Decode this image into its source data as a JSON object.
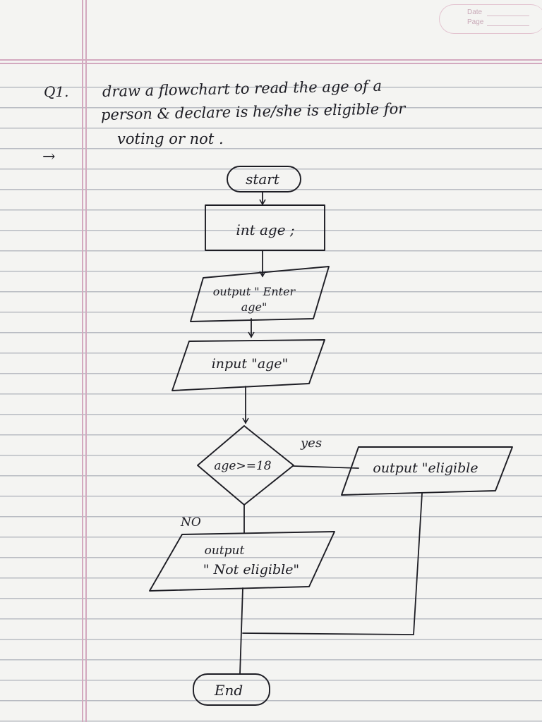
{
  "notebook": {
    "date_label": "Date",
    "page_label": "Page"
  },
  "question": {
    "number": "Q1.",
    "line1": "draw a flowchart to read the age of a",
    "line2": "person & declare is he/she is eligible for",
    "line3": "voting or not .",
    "answer_arrow": "→"
  },
  "flowchart": {
    "start": "start",
    "declare": "int age ;",
    "prompt_line1": "output \" Enter",
    "prompt_line2": "age\"",
    "input": "input \"age\"",
    "decision": "age>=18",
    "yes_label": "yes",
    "no_label": "NO",
    "eligible": "output \"eligible",
    "not_eligible_line1": "output",
    "not_eligible_line2": "\" Not eligible\"",
    "end": "End"
  },
  "colors": {
    "ink": "#1d1d24",
    "rule": "#b9bcc3",
    "margin": "#d3a9bf"
  }
}
